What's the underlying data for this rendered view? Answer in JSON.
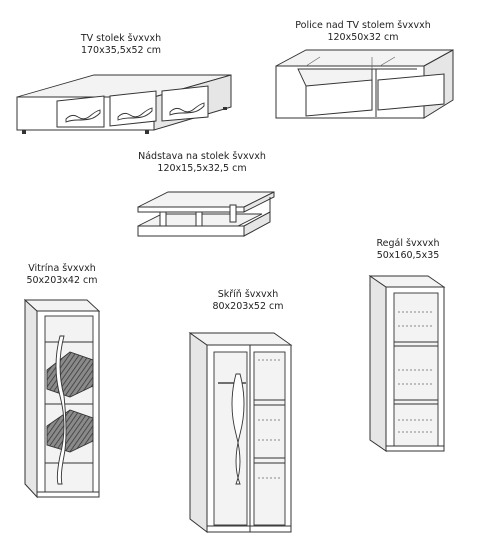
{
  "items": [
    {
      "name": "TV stolek švxvxh",
      "dims": "170x35,5x52 cm"
    },
    {
      "name": "Police nad TV stolem švxvxh",
      "dims": "120x50x32 cm"
    },
    {
      "name": "Nádstava na stolek švxvxh",
      "dims": "120x15,5x32,5 cm"
    },
    {
      "name": "Vitrína švxvxh",
      "dims": "50x203x42 cm"
    },
    {
      "name": "Skříň švxvxh",
      "dims": "80x203x52 cm"
    },
    {
      "name": "Regál švxvxh",
      "dims": "50x160,5x35"
    }
  ]
}
